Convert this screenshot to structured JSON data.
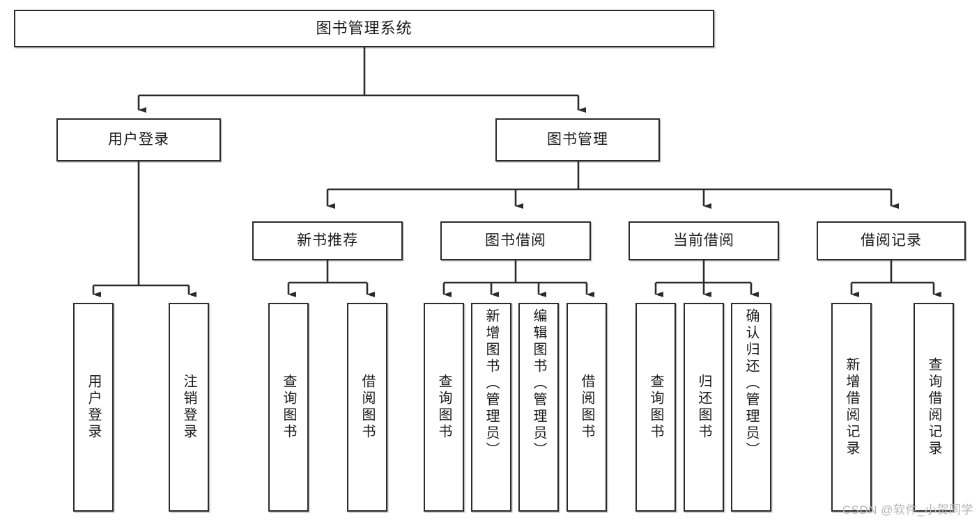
{
  "diagram": {
    "type": "tree",
    "title": "图书管理系统",
    "orientation": "top-down",
    "colors": {
      "box_border": "#2b2b2b",
      "box_fill": "#ffffff",
      "connector": "#2b2b2b",
      "background": "#ffffff",
      "watermark": "#b6b6b6"
    },
    "root": {
      "label": "图书管理系统"
    },
    "level1": [
      {
        "label": "用户登录"
      },
      {
        "label": "图书管理"
      }
    ],
    "level2": [
      {
        "label": "新书推荐"
      },
      {
        "label": "图书借阅"
      },
      {
        "label": "当前借阅"
      },
      {
        "label": "借阅记录"
      }
    ],
    "leaves": {
      "user_login": [
        {
          "label": "用户登录"
        },
        {
          "label": "注销登录"
        }
      ],
      "new_book_recommend": [
        {
          "label": "查询图书"
        },
        {
          "label": "借阅图书"
        }
      ],
      "book_borrow": [
        {
          "label": "查询图书"
        },
        {
          "label": "新增图书（管理员）"
        },
        {
          "label": "编辑图书（管理员）"
        },
        {
          "label": "借阅图书"
        }
      ],
      "current_borrow": [
        {
          "label": "查询图书"
        },
        {
          "label": "归还图书"
        },
        {
          "label": "确认归还（管理员）"
        }
      ],
      "borrow_record": [
        {
          "label": "新增借阅记录"
        },
        {
          "label": "查询借阅记录"
        }
      ]
    }
  },
  "watermark": {
    "text": "CSDN @软件_小贺同学"
  }
}
